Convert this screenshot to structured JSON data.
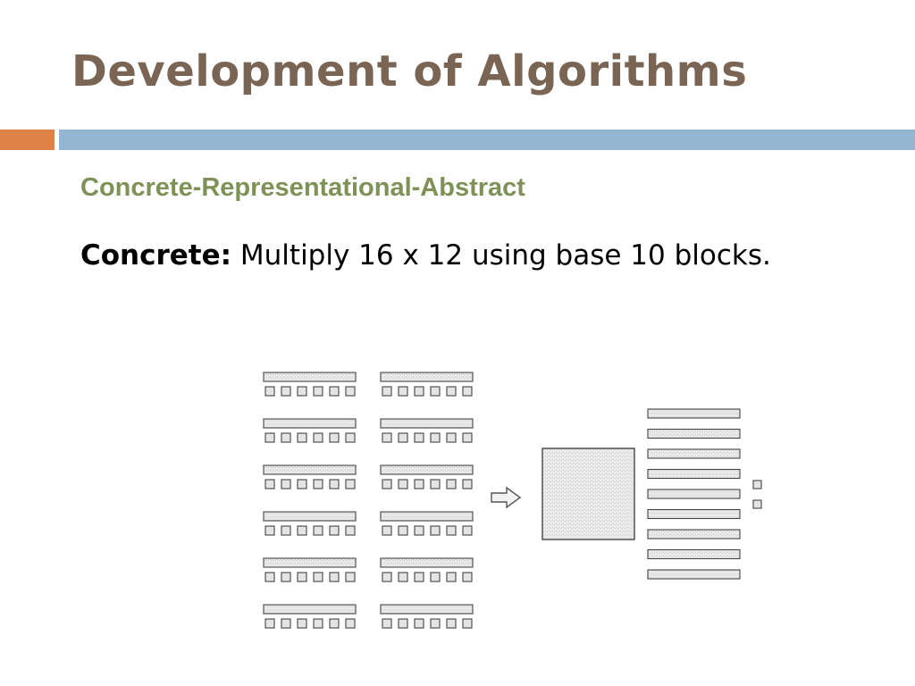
{
  "slide": {
    "title": "Development of Algorithms",
    "subtitle": "Concrete-Representational-Abstract",
    "body": {
      "lead": "Concrete:",
      "text": " Multiply 16 x 12 using base 10 blocks."
    }
  },
  "colors": {
    "title": "#7a6555",
    "subtitle": "#7e9257",
    "accent_orange": "#dd8347",
    "accent_blue": "#94b6d2"
  },
  "figure": {
    "groups_per_column": 6,
    "columns": 2,
    "tens_rods_per_group": 1,
    "unit_cubes_per_group": 6,
    "result_hundreds_flats": 1,
    "result_tens_rods": 9,
    "result_unit_cubes": 2
  }
}
